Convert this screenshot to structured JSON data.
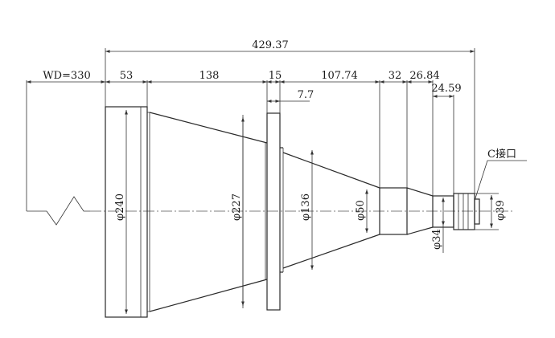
{
  "drawing": {
    "overall_length": "429.37",
    "working_distance": "WD=330",
    "segments": {
      "s53": "53",
      "s138": "138",
      "s15": "15",
      "s107": "107.74",
      "s32": "32",
      "s26": "26.84",
      "s24": "24.59",
      "s7": "7.7"
    },
    "diameters": {
      "d240": "φ240",
      "d227": "φ227",
      "d136": "φ136",
      "d50": "φ50",
      "d34": "φ34",
      "d39": "φ39"
    },
    "mount_label": "C接口"
  }
}
